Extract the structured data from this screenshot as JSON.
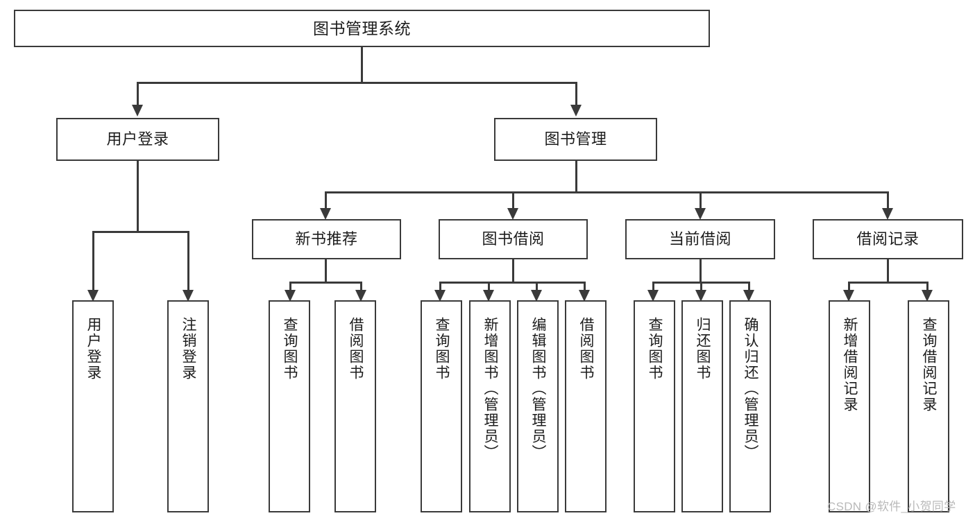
{
  "diagram": {
    "title": "图书管理系统",
    "type": "tree-hierarchy-diagram",
    "root": {
      "label": "图书管理系统"
    },
    "level2": [
      {
        "label": "用户登录"
      },
      {
        "label": "图书管理"
      }
    ],
    "level3": [
      {
        "label": "新书推荐"
      },
      {
        "label": "图书借阅"
      },
      {
        "label": "当前借阅"
      },
      {
        "label": "借阅记录"
      }
    ],
    "leaves": {
      "user_login": [
        {
          "label": "用户登录"
        },
        {
          "label": "注销登录"
        }
      ],
      "new_book_recommend": [
        {
          "label": "查询图书"
        },
        {
          "label": "借阅图书"
        }
      ],
      "book_borrow": [
        {
          "label": "查询图书"
        },
        {
          "label": "新增图书（管理员）"
        },
        {
          "label": "编辑图书（管理员）"
        },
        {
          "label": "借阅图书"
        }
      ],
      "current_borrow": [
        {
          "label": "查询图书"
        },
        {
          "label": "归还图书"
        },
        {
          "label": "确认归还（管理员）"
        }
      ],
      "borrow_record": [
        {
          "label": "新增借阅记录"
        },
        {
          "label": "查询借阅记录"
        }
      ]
    }
  },
  "watermark": {
    "text": "CSDN @软件_小贺同学"
  },
  "colors": {
    "stroke": "#3a3a3a",
    "fill": "#ffffff",
    "text": "#1c1c1c",
    "watermark": "#b9b9b9"
  }
}
